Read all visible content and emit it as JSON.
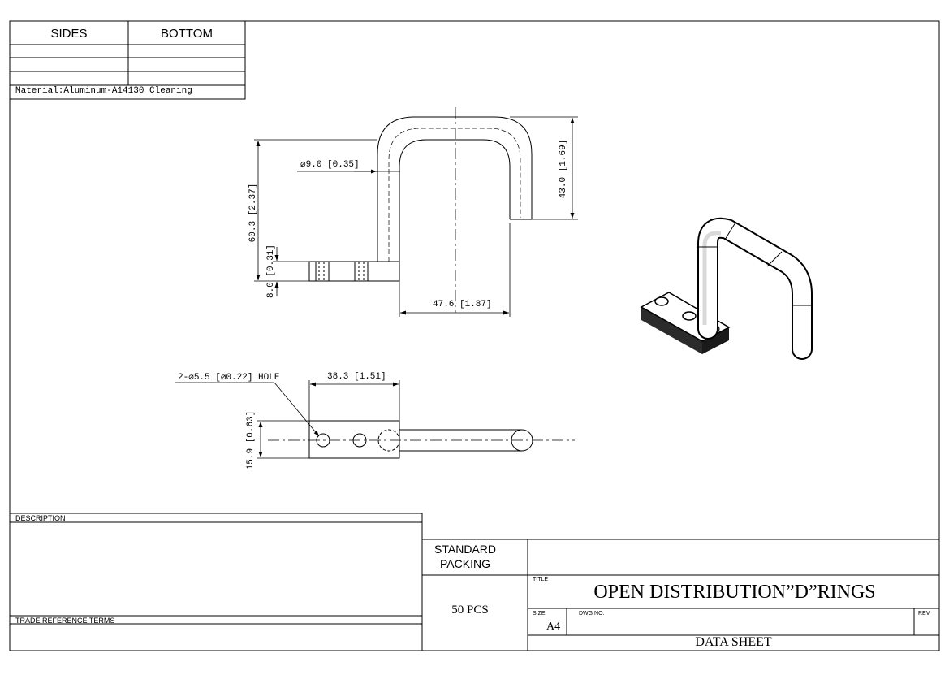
{
  "header_table": {
    "col1": "SIDES",
    "col2": "BOTTOM",
    "material": "Material:Aluminum-A14130 Cleaning"
  },
  "front_view": {
    "dim_diameter": "⌀9.0 [0.35]",
    "dim_height_total": "60.3 [2.37]",
    "dim_height_ring": "43.0 [1.69]",
    "dim_base_thickness": "8.0 [0.31]",
    "dim_width": "47.6 [1.87]"
  },
  "top_view": {
    "dim_hole": "2-⌀5.5 [⌀0.22] HOLE",
    "dim_length": "38.3 [1.51]",
    "dim_width": "15.9 [0.63]"
  },
  "title_block": {
    "description_label": "DESCRIPTION",
    "trade_terms_label": "TRADE REFERENCE TERMS",
    "standard_packing_label": "STANDARD PACKING",
    "packing_qty": "50 PCS",
    "title_label": "TITLE",
    "title": "OPEN DISTRIBUTION”D”RINGS",
    "size_label": "SIZE",
    "size_value": "A4",
    "dwg_no_label": "DWG NO.",
    "rev_label": "REV",
    "data_sheet": "DATA SHEET"
  }
}
